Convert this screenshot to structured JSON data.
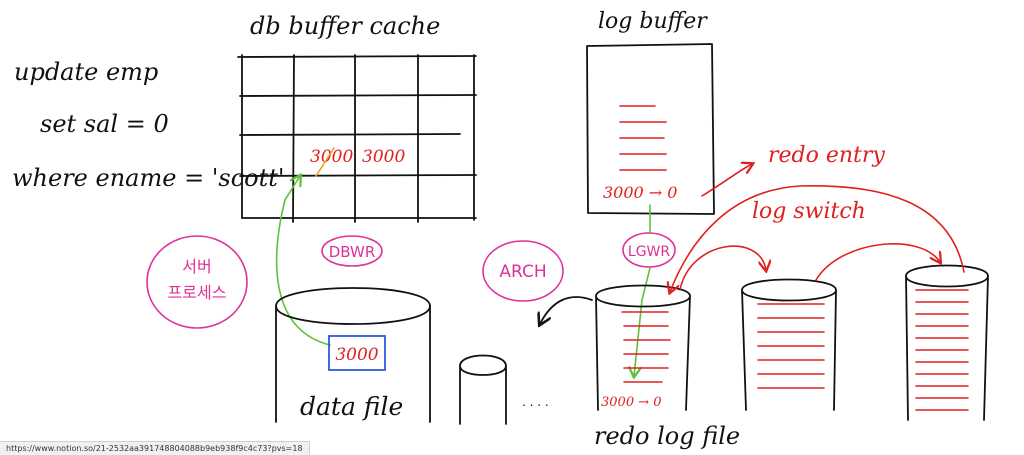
{
  "colors": {
    "ink": "#111111",
    "red": "#e02020",
    "magenta": "#e0309a",
    "green": "#5cc23a",
    "blue": "#2a5bd7",
    "orange": "#f0a020"
  },
  "sql": {
    "line1": "update emp",
    "line2": "set sal = 0",
    "line3": "where ename = 'scott'"
  },
  "buffer_cache": {
    "title": "db buffer cache",
    "old_value": "3000",
    "new_value": "3000"
  },
  "log_buffer": {
    "title": "log buffer",
    "entry": "3000 → 0"
  },
  "annotations": {
    "redo_entry": "redo entry",
    "log_switch": "log switch"
  },
  "processes": {
    "server_process_line1": "서버",
    "server_process_line2": "프로세스",
    "dbwr": "DBWR",
    "lgwr": "LGWR",
    "arch": "ARCH"
  },
  "data_file": {
    "label": "data file",
    "block_value": "3000"
  },
  "redo_log": {
    "label": "redo log file",
    "entry": "3000 → 0",
    "ellipsis": ". . . ."
  },
  "status_bar": {
    "url": "https://www.notion.so/21-2532aa391748804088b9eb938f9c4c73?pvs=18"
  }
}
